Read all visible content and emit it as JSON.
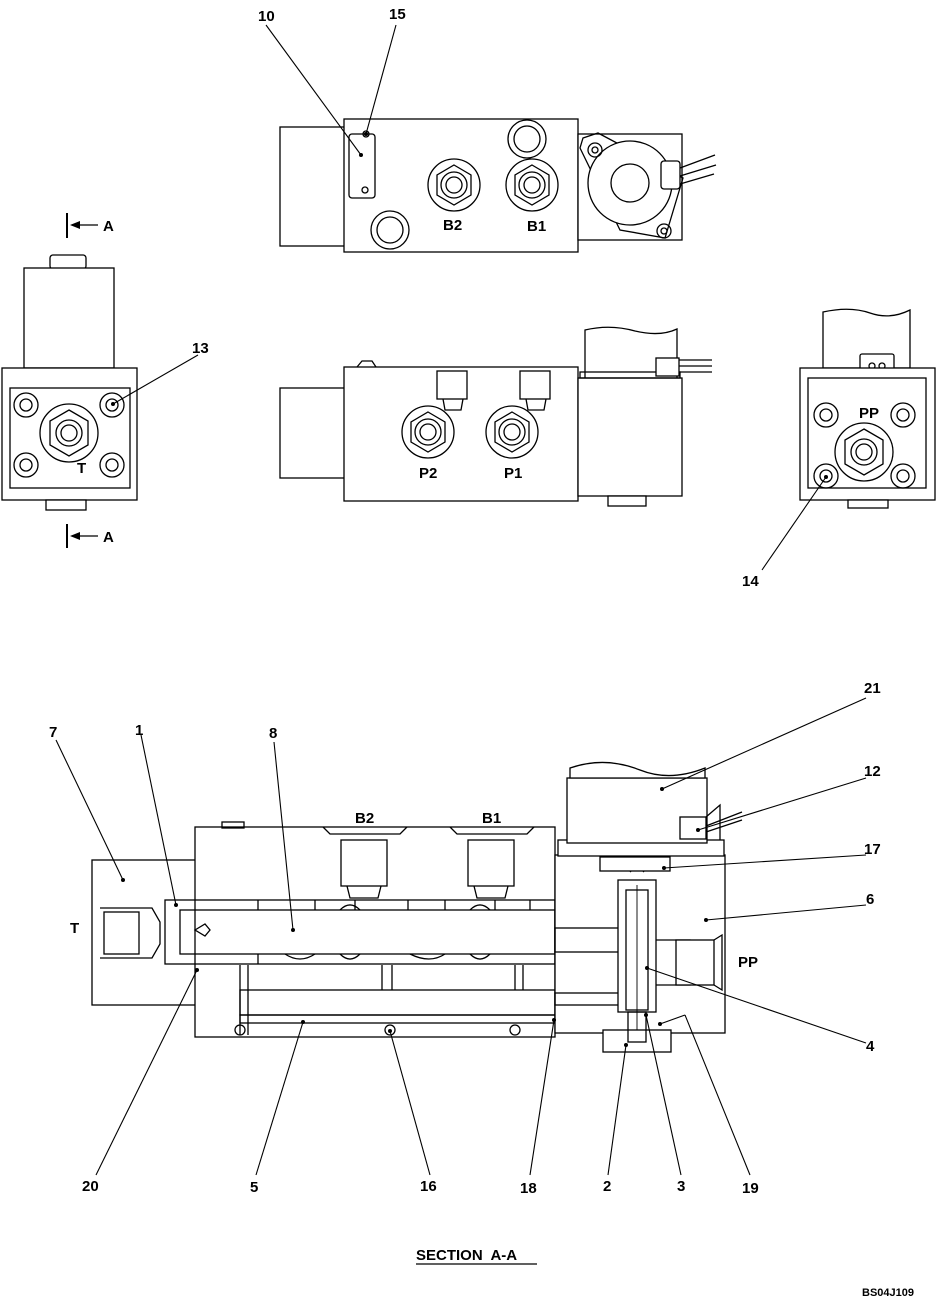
{
  "callouts": {
    "c10": "10",
    "c15": "15",
    "c13": "13",
    "c14": "14",
    "c21": "21",
    "c12": "12",
    "c17": "17",
    "c6": "6",
    "c4": "4",
    "c7": "7",
    "c1": "1",
    "c8": "8",
    "c20": "20",
    "c5": "5",
    "c16": "16",
    "c18": "18",
    "c2": "2",
    "c3": "3",
    "c19": "19"
  },
  "ports": {
    "top_b2": "B2",
    "top_b1": "B1",
    "front_p2": "P2",
    "front_p1": "P1",
    "left_t": "T",
    "right_pp": "PP",
    "sec_b2": "B2",
    "sec_b1": "B1",
    "sec_t": "T",
    "sec_pp": "PP"
  },
  "section_marker": {
    "top": "A",
    "bottom": "A"
  },
  "section_title": "SECTION  A-A",
  "drawing_code": "BS04J109"
}
